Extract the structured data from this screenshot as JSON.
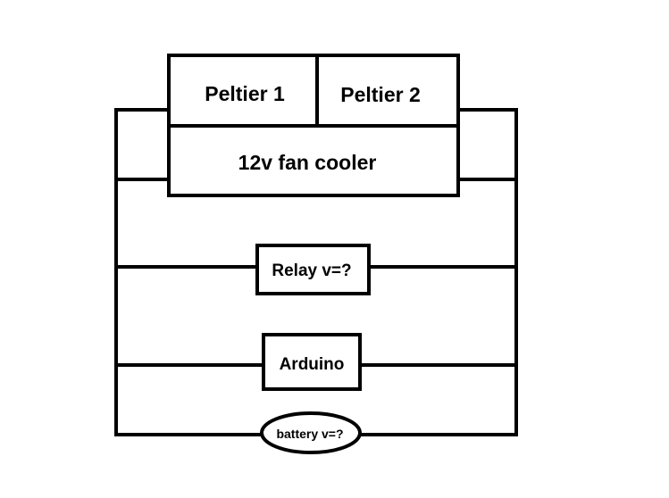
{
  "diagram": {
    "peltier1": {
      "label": "Peltier 1"
    },
    "peltier2": {
      "label": "Peltier 2"
    },
    "fan": {
      "label": "12v fan cooler"
    },
    "relay": {
      "label": "Relay v=?"
    },
    "arduino": {
      "label": "Arduino"
    },
    "battery": {
      "label": "battery v=?"
    }
  },
  "colors": {
    "stroke": "#000000",
    "background": "#ffffff"
  }
}
